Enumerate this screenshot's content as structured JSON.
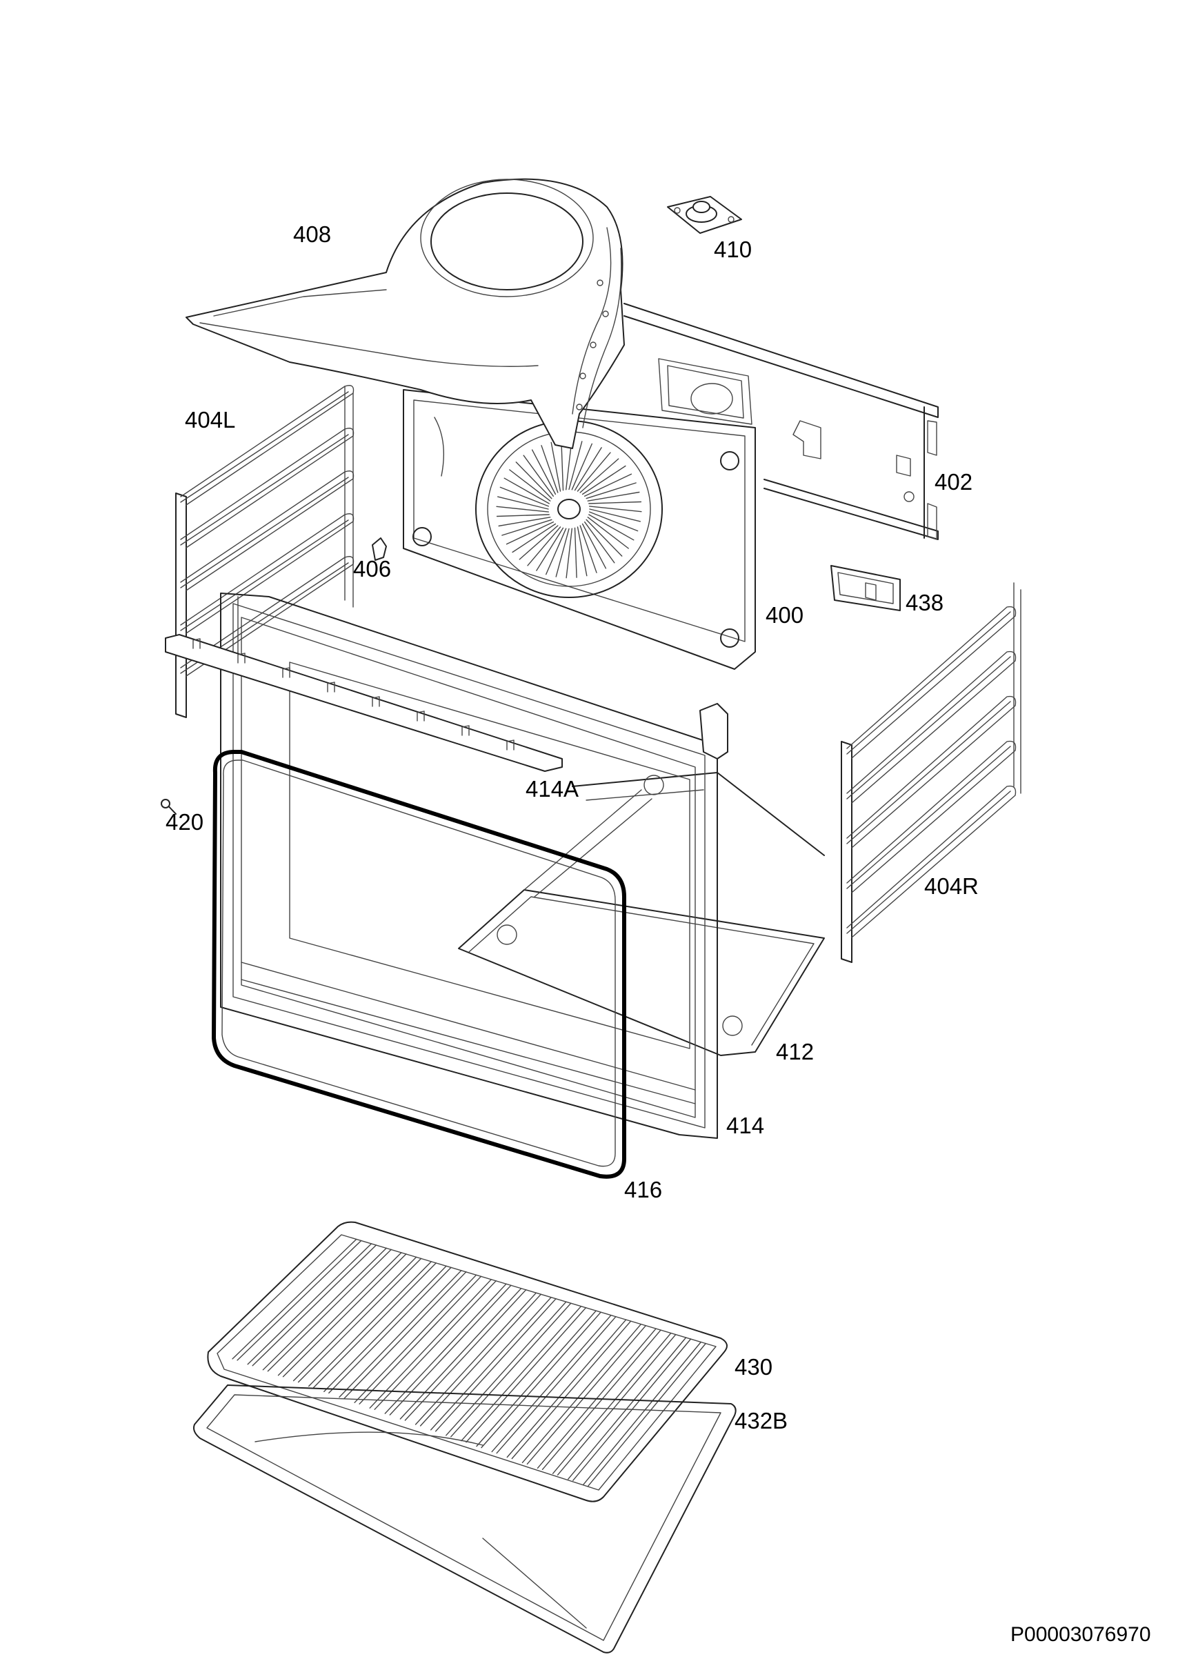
{
  "parts": [
    {
      "id": "p408",
      "label": "408"
    },
    {
      "id": "p410",
      "label": "410"
    },
    {
      "id": "p404L",
      "label": "404L"
    },
    {
      "id": "p402",
      "label": "402"
    },
    {
      "id": "p406",
      "label": "406"
    },
    {
      "id": "p400",
      "label": "400"
    },
    {
      "id": "p438",
      "label": "438"
    },
    {
      "id": "p414A",
      "label": "414A"
    },
    {
      "id": "p420",
      "label": "420"
    },
    {
      "id": "p404R",
      "label": "404R"
    },
    {
      "id": "p412",
      "label": "412"
    },
    {
      "id": "p414",
      "label": "414"
    },
    {
      "id": "p416",
      "label": "416"
    },
    {
      "id": "p430",
      "label": "430"
    },
    {
      "id": "p432B",
      "label": "432B"
    }
  ],
  "document_id": "P00003076970"
}
